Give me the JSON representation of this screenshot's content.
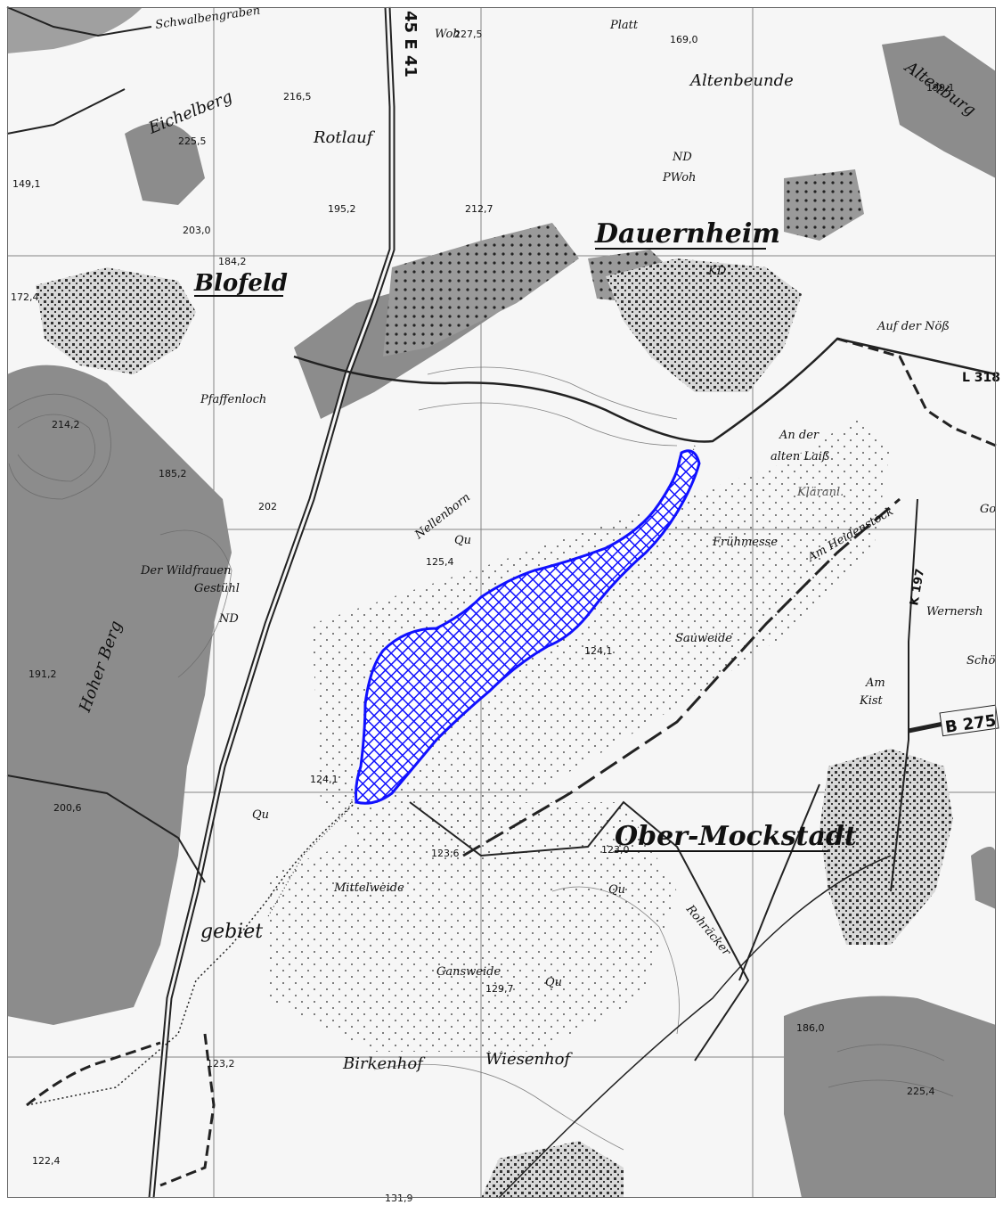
{
  "places": {
    "dauernheim": "Dauernheim",
    "ober_mockstadt": "Ober-Mockstadt",
    "blofeld": "Blofeld",
    "birkenhof": "Birkenhof",
    "wiesenhof": "Wiesenhof"
  },
  "field_names": {
    "schwalbengraben": "Schwalbengraben",
    "eichelberg": "Eichelberg",
    "rotlauf": "Rotlauf",
    "altenbeunde": "Altenbeunde",
    "altenburg": "Altenburg",
    "platt": "Platt",
    "pfaffenloch": "Pfaffenloch",
    "nellenborn": "Nellenborn",
    "an_der": "An der",
    "alten_laiss": "alten Laiß",
    "fruhmesse": "Frühmesse",
    "am_heidenstock": "Am Heidenstock",
    "auf_der_noss": "Auf der Nöß",
    "sauweide": "Sauweide",
    "am": "Am",
    "kist": "Kist",
    "wernersh": "Wernersh",
    "schoe": "Schö",
    "der_wildfrauen": "Der Wildfrauen",
    "gestuhl": "Gestühl",
    "hoher_berg": "Hoher Berg",
    "mittelweide": "Mittelweide",
    "gansweide": "Gansweide",
    "rohracker": "Rohräcker",
    "gebiet": "gebiet",
    "klaranl": "Kläranl.",
    "go": "Go"
  },
  "roads": {
    "a45": "45 E 41",
    "b275": "B 275",
    "l318": "L 318",
    "k197": "K 197"
  },
  "map_symbols": {
    "nd1": "ND",
    "nd2": "ND",
    "kd": "KD",
    "woh": "Woh",
    "pwoh": "PWoh",
    "qu1": "Qu",
    "qu2": "Qu",
    "qu3": "Qu",
    "qu4": "Qu"
  },
  "elevations": {
    "e1": "227,5",
    "e2": "169,0",
    "e3": "199,1",
    "e4": "216,5",
    "e5": "225,5",
    "e6": "149,1",
    "e7": "203,0",
    "e8": "195,2",
    "e9": "212,7",
    "e10": "184,2",
    "e11": "172,4",
    "e12": "214,2",
    "e13": "185,2",
    "e14": "202",
    "e15": "125,4",
    "e16": "124,1",
    "e17": "191,2",
    "e18": "124,1",
    "e19": "123,6",
    "e20": "200,6",
    "e21": "129,7",
    "e22": "123,2",
    "e23": "122,4",
    "e24": "131,9",
    "e25": "186,0",
    "e26": "225,4",
    "e27": "123,0"
  },
  "colors": {
    "highlight_area": "#1010ff",
    "forest": "#8a8a8a",
    "village": "#555555"
  }
}
